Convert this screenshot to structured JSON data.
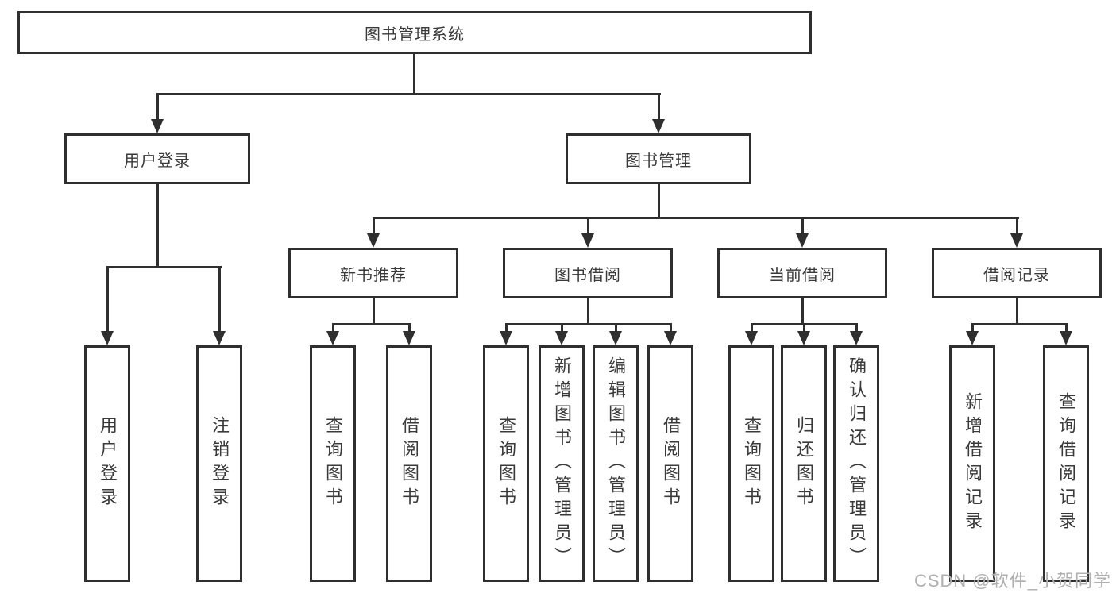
{
  "diagram": {
    "title": "图书管理系统",
    "colors": {
      "line": "#2f2f2f",
      "text": "#3a3a3a",
      "watermark": "#b0b0b0",
      "background": "#ffffff"
    },
    "tree": {
      "root": {
        "label": "图书管理系统"
      },
      "user_login": {
        "label": "用户登录",
        "children": {
          "login": "用户登录",
          "logout": "注销登录"
        }
      },
      "book_management": {
        "label": "图书管理",
        "sections": {
          "new_books": {
            "label": "新书推荐",
            "children": {
              "query": "查询图书",
              "borrow": "借阅图书"
            }
          },
          "borrowing": {
            "label": "图书借阅",
            "children": {
              "query": "查询图书",
              "add": "新增图书（管理员）",
              "edit": "编辑图书（管理员）",
              "borrow": "借阅图书"
            }
          },
          "current": {
            "label": "当前借阅",
            "children": {
              "query": "查询图书",
              "return": "归还图书",
              "confirm": "确认归还（管理员）"
            }
          },
          "records": {
            "label": "借阅记录",
            "children": {
              "add": "新增借阅记录",
              "query": "查询借阅记录"
            }
          }
        }
      }
    },
    "watermark": "CSDN @软件_小贺同学"
  }
}
